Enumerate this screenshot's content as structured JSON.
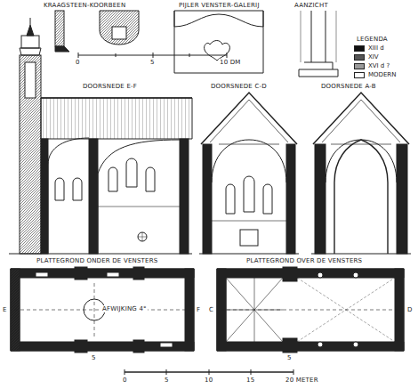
{
  "diagram": {
    "labels": [
      "KRAAGSTEEN-KOORBEEN",
      "PIJLER VENSTER-GALERIJ",
      "AANZICHT",
      "0",
      "5",
      "10 DM",
      "LEGENDA",
      "DOORSNEDE E-F",
      "DOORSNEDE C-D",
      "DOORSNEDE A-B",
      "PLATTEGROND ONDER DE VENSTERS",
      "PLATTEGROND OVER DE VENSTERS",
      "AFWIJKING 4°",
      "E",
      "F",
      "C",
      "D",
      "5",
      "5",
      "0",
      "5",
      "10",
      "15",
      "20 METER"
    ],
    "legend": [
      {
        "text": "XIII d",
        "color": "#111111"
      },
      {
        "text": "XIV",
        "color": "#555555"
      },
      {
        "text": "XVI d ?",
        "color": "#9a9a9a"
      },
      {
        "text": "MODERN",
        "color": "#ffffff"
      }
    ]
  }
}
